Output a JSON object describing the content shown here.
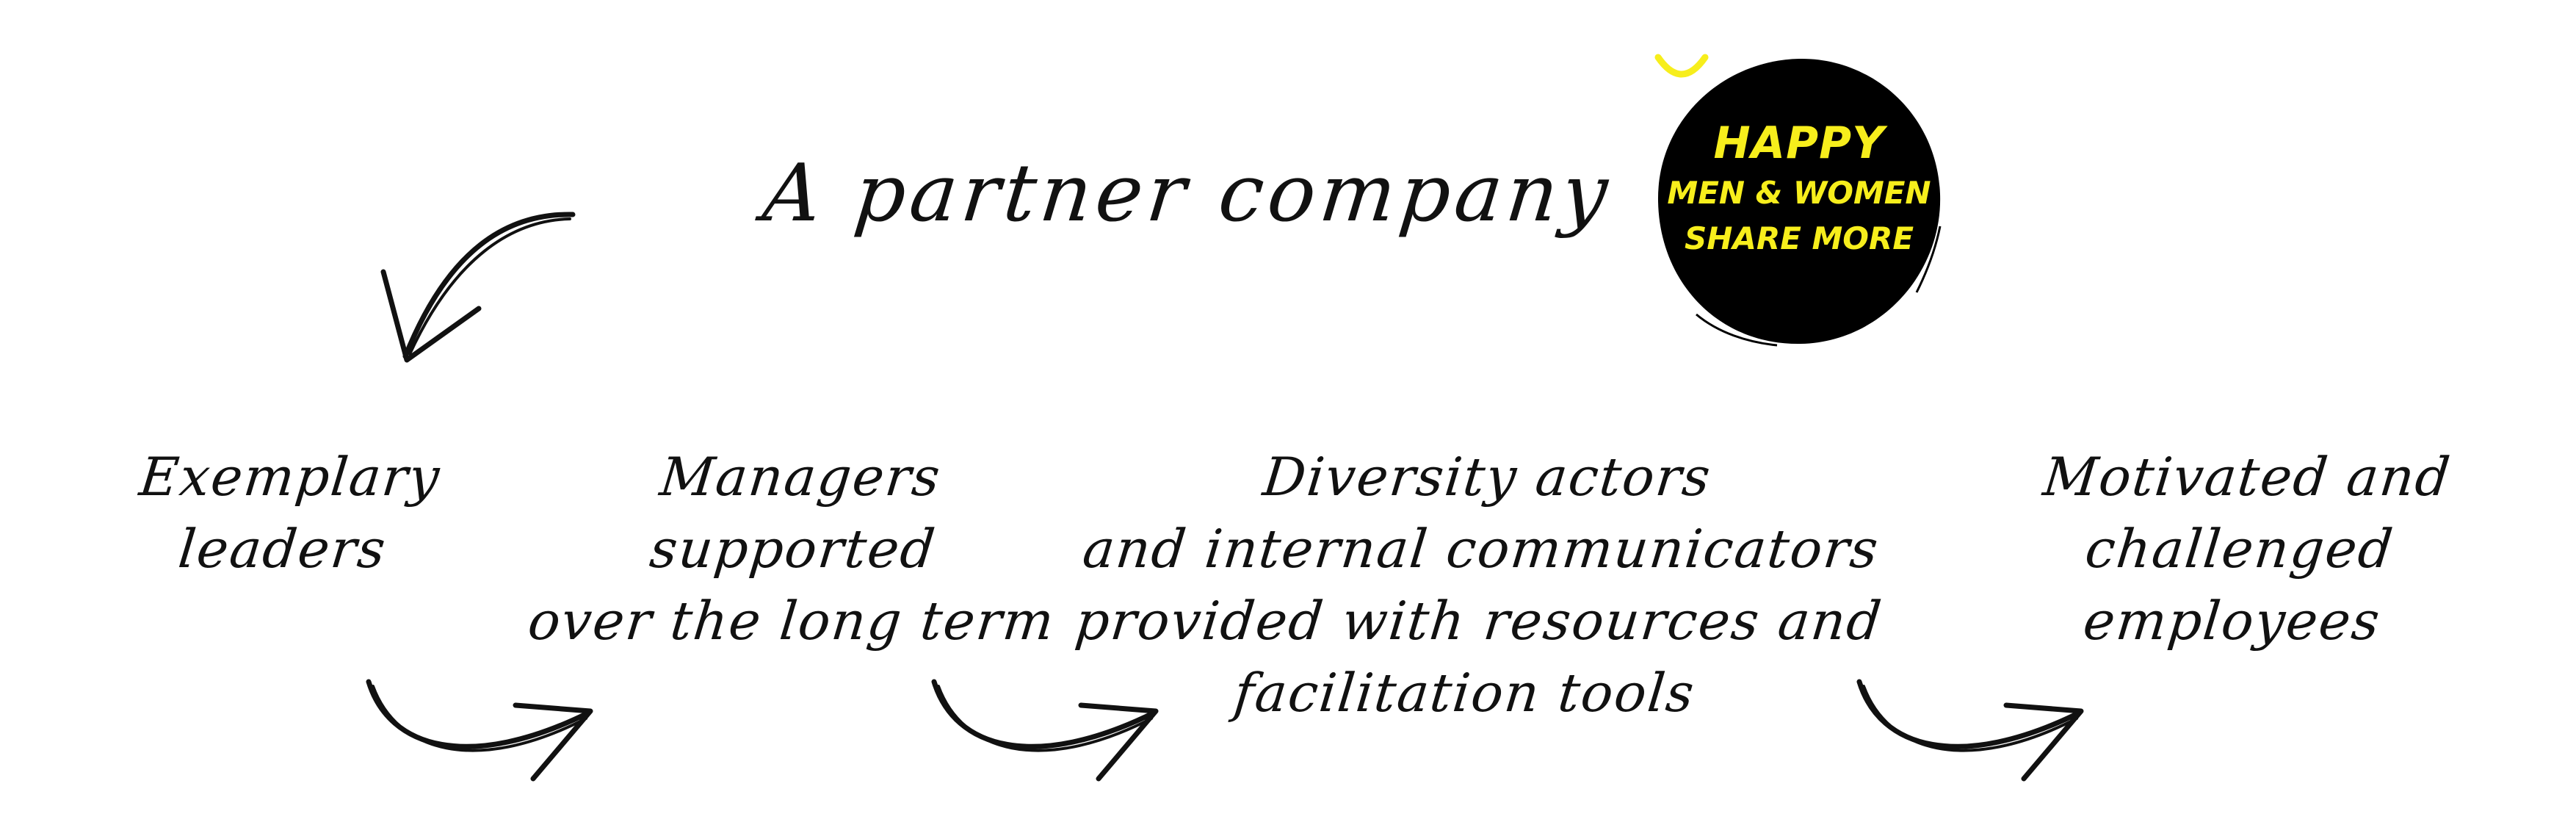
{
  "title": "A partner company",
  "badge": {
    "line1": "HAPPY",
    "line2": "MEN & WOMEN",
    "line3": "SHARE MORE",
    "background_color": "#000000",
    "text_color": "#f7ee1c",
    "icon": "smile-icon"
  },
  "steps": [
    {
      "lines": [
        "Exemplary",
        "leaders"
      ]
    },
    {
      "lines": [
        "Managers",
        "supported",
        "over the long term"
      ]
    },
    {
      "lines": [
        "Diversity actors",
        "and internal communicators",
        "provided with resources and",
        "facilitation tools"
      ]
    },
    {
      "lines": [
        "Motivated and",
        "challenged",
        "employees"
      ]
    }
  ],
  "arrows": [
    {
      "icon": "curved-arrow-down-left-icon"
    },
    {
      "icon": "curved-arrow-right-icon"
    },
    {
      "icon": "curved-arrow-right-icon"
    },
    {
      "icon": "curved-arrow-right-icon"
    }
  ]
}
